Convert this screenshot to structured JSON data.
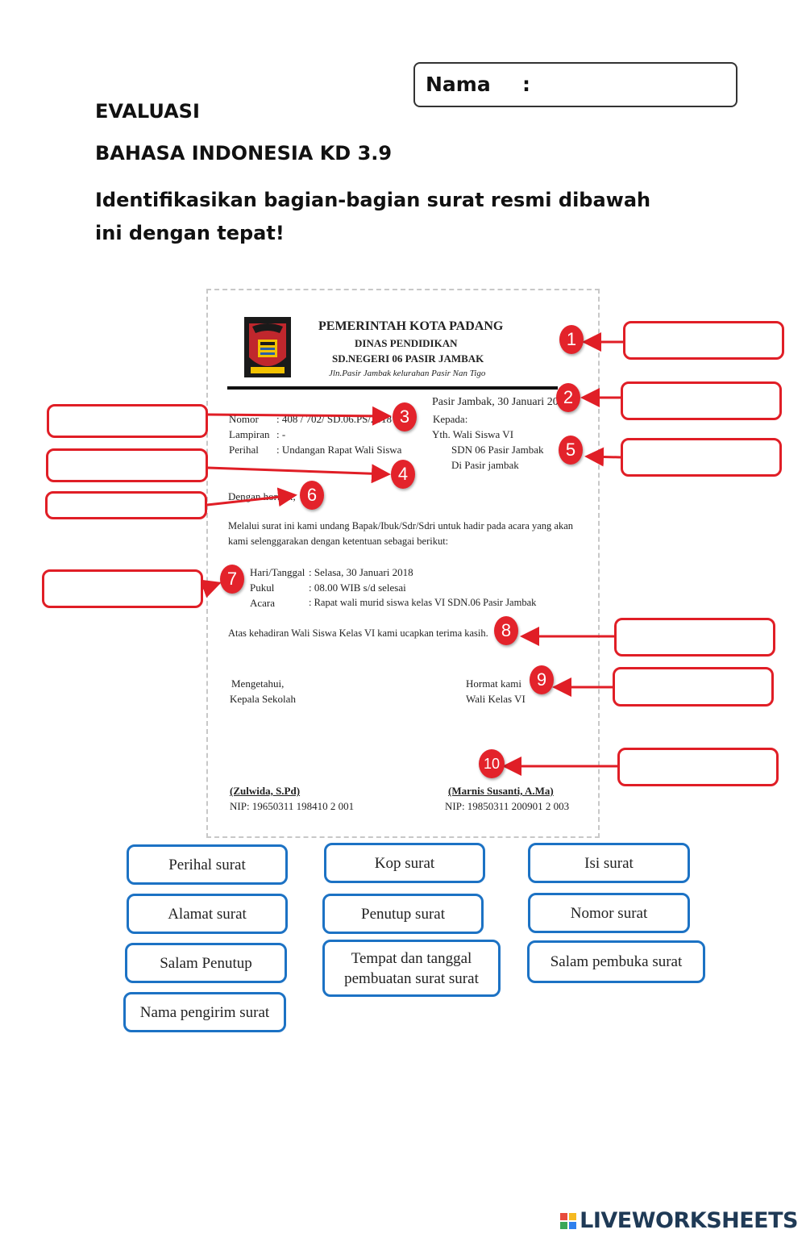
{
  "header": {
    "nama_label": "Nama",
    "nama_colon": ":",
    "title": "EVALUASI",
    "subject": "BAHASA INDONESIA KD 3.9",
    "instruction": "Identifikasikan bagian-bagian surat resmi dibawah ini dengan tepat!"
  },
  "letter": {
    "kop": {
      "line1": "PEMERINTAH KOTA PADANG",
      "line2": "DINAS PENDIDIKAN",
      "line3": "SD.NEGERI 06 PASIR JAMBAK",
      "address": "Jln.Pasir Jambak kelurahan Pasir Nan Tigo"
    },
    "date": "Pasir Jambak, 30 Januari 2018",
    "nomor_label": "Nomor",
    "nomor_value": ": 408 / 702/ SD.06.PS/2018",
    "lampiran_label": "Lampiran",
    "lampiran_value": ": -",
    "perihal_label": "Perihal",
    "perihal_value": ": Undangan Rapat Wali Siswa",
    "kepada": "Kepada:",
    "yth": "Yth. Wali Siswa VI",
    "sdn": "SDN 06 Pasir Jambak",
    "di": "Di Pasir jambak",
    "salam": "Dengan hormat,",
    "body1": "Melalui surat ini kami undang Bapak/Ibuk/Sdr/Sdri untuk hadir pada acara yang akan",
    "body2": "kami selenggarakan dengan ketentuan sebagai berikut:",
    "hari_label": "Hari/Tanggal",
    "hari_value": ": Selasa, 30 Januari 2018",
    "pukul_label": "Pukul",
    "pukul_value": ": 08.00 WIB s/d selesai",
    "acara_label": "Acara",
    "acara_value": ": Rapat wali murid siswa kelas VI SDN.06 Pasir Jambak",
    "penutup": "Atas kehadiran Wali Siswa Kelas VI kami ucapkan terima kasih.",
    "mengetahui": "Mengetahui,",
    "kepsek": "Kepala Sekolah",
    "hormat": "Hormat kami",
    "walikelas": "Wali Kelas VI",
    "sign1_name": "(Zulwida, S.Pd)",
    "sign1_nip": "NIP: 19650311 198410 2 001",
    "sign2_name": "(Marnis Susanti, A.Ma)",
    "sign2_nip": "NIP: 19850311 200901 2 003"
  },
  "markers": [
    "1",
    "2",
    "3",
    "4",
    "5",
    "6",
    "7",
    "8",
    "9",
    "10"
  ],
  "options": {
    "perihal": "Perihal surat",
    "kop": "Kop surat",
    "isi": "Isi surat",
    "alamat": "Alamat surat",
    "penutup": "Penutup surat",
    "nomor": "Nomor surat",
    "salam_penutup": "Salam Penutup",
    "tempat": "Tempat dan tanggal pembuatan surat surat",
    "salam_pembuka": "Salam pembuka surat",
    "nama_pengirim": "Nama pengirim surat"
  },
  "brand": {
    "text": "LIVEWORKSHEETS",
    "colors": [
      "#e84c3d",
      "#f5b921",
      "#3aa757",
      "#2f80ed"
    ]
  },
  "colors": {
    "marker": "#e3232b",
    "answer_border": "#e01e26",
    "option_border": "#1c72c4"
  }
}
